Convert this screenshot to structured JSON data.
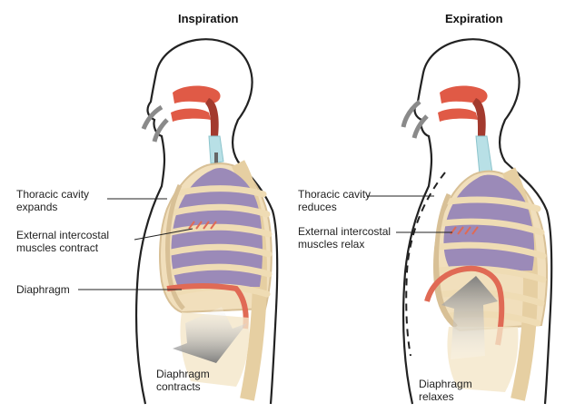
{
  "panels": {
    "inspiration": {
      "title": "Inspiration",
      "labels": {
        "cavity_line1": "Thoracic cavity",
        "cavity_line2": "expands",
        "muscles_line1": "External intercostal",
        "muscles_line2": "muscles  contract",
        "diaphragm": "Diaphragm",
        "diaphragm_action_line1": "Diaphragm",
        "diaphragm_action_line2": "contracts"
      }
    },
    "expiration": {
      "title": "Expiration",
      "labels": {
        "cavity_line1": "Thoracic cavity",
        "cavity_line2": "reduces",
        "muscles_line1": "External intercostal",
        "muscles_line2": "muscles  relax",
        "diaphragm_action_line1": "Diaphragm",
        "diaphragm_action_line2": "relaxes"
      }
    }
  },
  "colors": {
    "body_outline": "#222222",
    "bone": "#f1dfbc",
    "bone_edge": "#d8c096",
    "lung": "#9b8ab8",
    "airway": "#e05a46",
    "airway_dark": "#a33a2e",
    "trachea": "#b8e0e6",
    "muscle": "#e06a55",
    "arrow_gray": "#8a8a8a"
  }
}
